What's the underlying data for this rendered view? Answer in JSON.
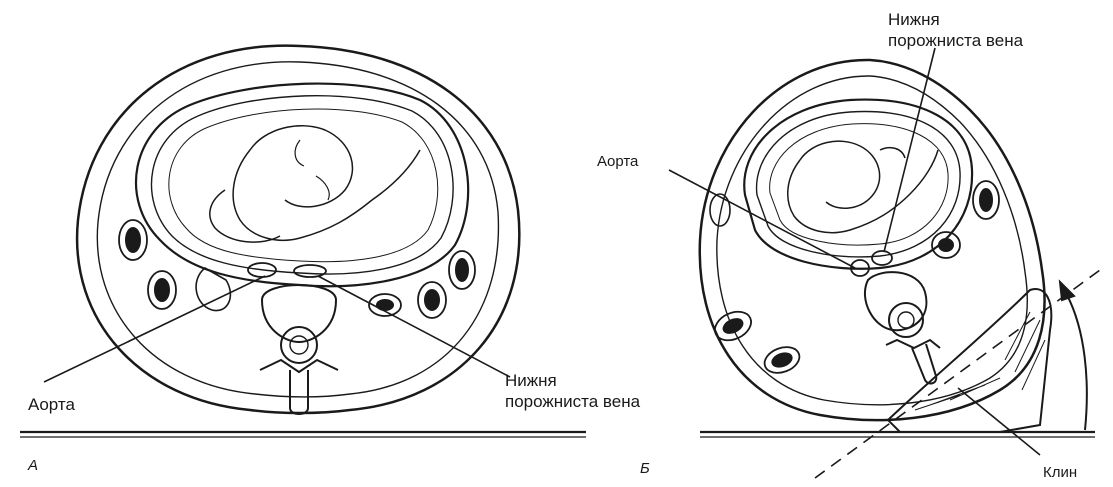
{
  "figure": {
    "panels": {
      "a": {
        "letter": "А",
        "label_aorta": "Аорта",
        "label_ivc_line1": "Нижня",
        "label_ivc_line2": "порожниста вена"
      },
      "b": {
        "letter": "Б",
        "label_aorta": "Аорта",
        "label_ivc_line1": "Нижня",
        "label_ivc_line2": "порожниста вена",
        "label_wedge": "Клин"
      }
    }
  },
  "colors": {
    "line": "#1a1a1a",
    "fill": "#ffffff",
    "bleed_text": "#b9bdc4"
  }
}
